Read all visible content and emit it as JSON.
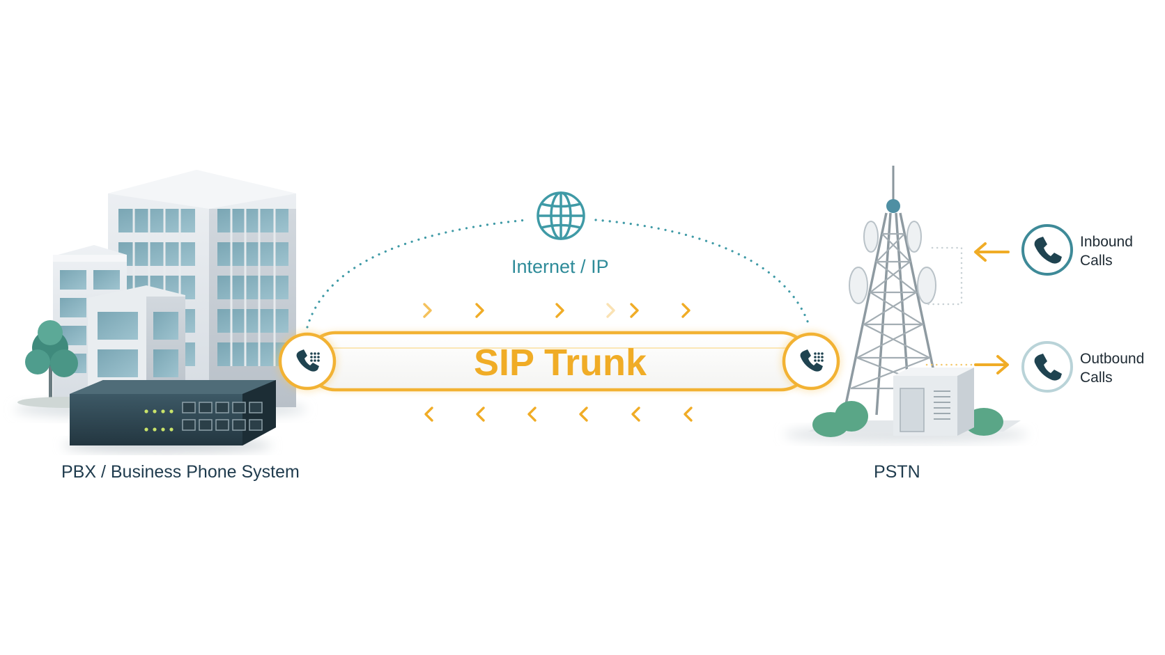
{
  "diagram": {
    "pbx": {
      "label": "PBX / Business Phone System"
    },
    "pstn": {
      "label": "PSTN"
    },
    "internet": {
      "label": "Internet / IP",
      "icon": "globe-icon"
    },
    "trunk": {
      "label": "SIP Trunk",
      "icon": "phone-keypad-icon"
    },
    "inbound": {
      "line1": "Inbound",
      "line2": "Calls",
      "icon": "phone-icon"
    },
    "outbound": {
      "line1": "Outbound",
      "line2": "Calls",
      "icon": "phone-icon"
    }
  },
  "colors": {
    "trunk": "#f0ac26",
    "internet": "#2e8b99",
    "text": "#1f3b4d"
  }
}
